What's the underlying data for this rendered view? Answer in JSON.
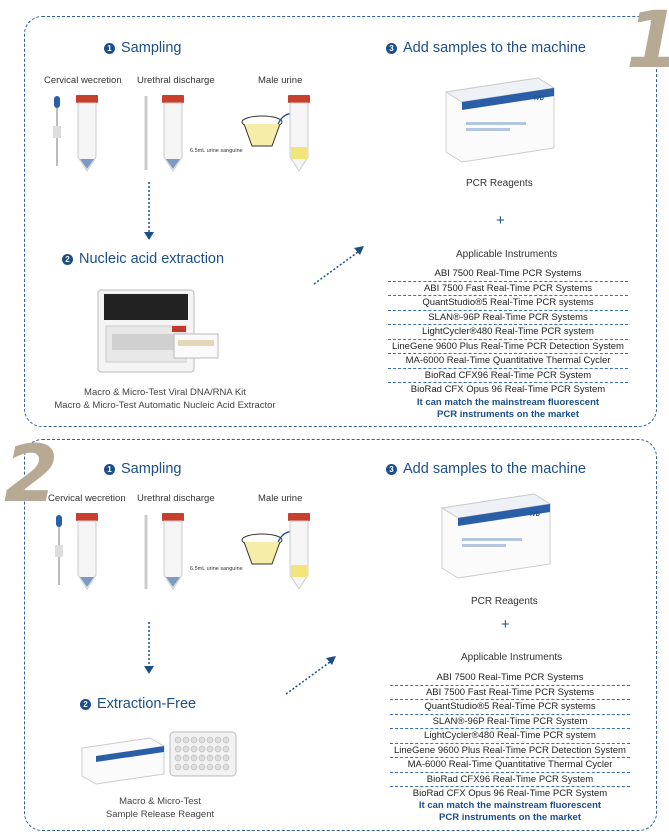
{
  "panel1": {
    "number": "1",
    "step1": {
      "num": "1",
      "title": "Sampling"
    },
    "sample_labels": [
      "Cervical wecretion",
      "Urethral discharge",
      "Male urine"
    ],
    "urine_note": "6.5mL urine sanguine",
    "step2": {
      "num": "2",
      "title": "Nucleic acid extraction"
    },
    "extract_caption": [
      "Macro & Micro-Test Viral DNA/RNA Kit",
      "Macro & Micro-Test Automatic Nucleic Acid Extractor"
    ],
    "step3": {
      "num": "3",
      "title": "Add samples to the machine"
    },
    "reagent_label": "PCR Reagents",
    "plus": "+",
    "instruments_title": "Applicable Instruments",
    "instruments": [
      "ABI 7500 Real-Time PCR Systems",
      "ABI 7500 Fast Real-Time PCR Systems",
      "QuantStudio®5 Real-Time PCR systems",
      "SLAN®-96P Real-Time PCR Systems",
      "LightCycler®480 Real-Time PCR system",
      "LineGene 9600 Plus Real-Time PCR Detection System",
      "MA-6000 Real-Time Quantitative Thermal Cycler",
      "BioRad CFX96 Real-Time PCR System",
      "BioRad CFX Opus 96 Real-Time PCR System"
    ],
    "match_note": [
      "It can match the mainstream fluorescent",
      "PCR instruments on the market"
    ]
  },
  "panel2": {
    "number": "2",
    "step1": {
      "num": "1",
      "title": "Sampling"
    },
    "sample_labels": [
      "Cervical wecretion",
      "Urethral discharge",
      "Male urine"
    ],
    "urine_note": "6.5mL urine sanguine",
    "step2": {
      "num": "2",
      "title": "Extraction-Free"
    },
    "extract_caption": [
      "Macro & Micro-Test",
      "Sample Release Reagent"
    ],
    "step3": {
      "num": "3",
      "title": "Add samples to the machine"
    },
    "reagent_label": "PCR Reagents",
    "plus": "+",
    "instruments_title": "Applicable Instruments",
    "instruments": [
      "ABI 7500 Real-Time PCR Systems",
      "ABI 7500 Fast Real-Time PCR Systems",
      "QuantStudio®5 Real-Time PCR systems",
      "SLAN®-96P Real-Time PCR System",
      "LightCycler®480 Real-Time PCR system",
      "LineGene 9600 Plus Real-Time PCR Detection System",
      "MA-6000 Real-Time Quantitative Thermal Cycler",
      "BioRad CFX96 Real-Time PCR System",
      "BioRad CFX Opus 96 Real-Time PCR System"
    ],
    "match_note": [
      "It can match the mainstream fluorescent",
      "PCR instruments on the market"
    ]
  },
  "box_badge": "IVD",
  "colors": {
    "accent": "#1c4f8a",
    "dash": "#2f5f9e",
    "cap": "#c0392b",
    "numeral": "#b7aa95"
  }
}
